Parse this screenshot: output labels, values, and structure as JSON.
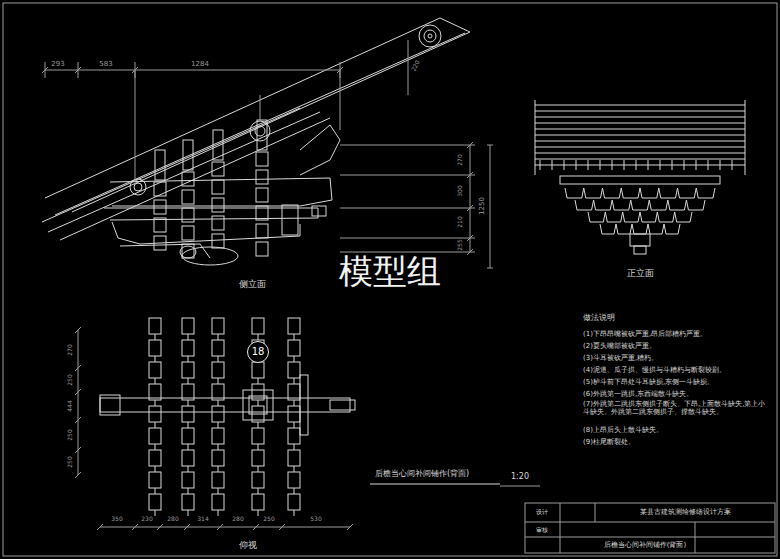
{
  "diagram": {
    "nodes": [
      {
        "text": [
          "18"
        ]
      }
    ],
    "labels": [
      "293",
      "583",
      "1284",
      "220",
      "270",
      "300",
      "210",
      "255",
      "1250",
      "侧立面",
      "正立面",
      "模型组",
      "做法说明",
      "(1)下昂昂嘴被砍严重,昂后部糟朽严重。",
      "(2)耍头嘴部被砍严重。",
      "(3)斗耳被砍严重,糟朽。",
      "(4)泥道、瓜子拱、慢拱与斗糟朽与断裂较剧。",
      "(5)栌斗前下昂处斗耳缺损,东侧一斗缺损。",
      "(6)外跳第一跳拱,东西端散斗缺失。",
      "(7)外跳第二跳拱东侧拱子断头、下昂,上面散斗缺失,第上小斗缺失。外跳第二跳东侧拱子、撑散斗缺失。",
      "(8)上昂后头上散斗缺失。",
      "(9)柱尾断裂处。",
      "后檐当心间补间铺作(背面)",
      "1:20",
      "270",
      "250",
      "444",
      "250",
      "250",
      "350",
      "230",
      "280",
      "314",
      "280",
      "250",
      "530",
      "仰视",
      "某县古建筑测绘修缮设计方案",
      "后檐当心间补间铺作(背面)",
      "审核",
      "设计"
    ]
  }
}
